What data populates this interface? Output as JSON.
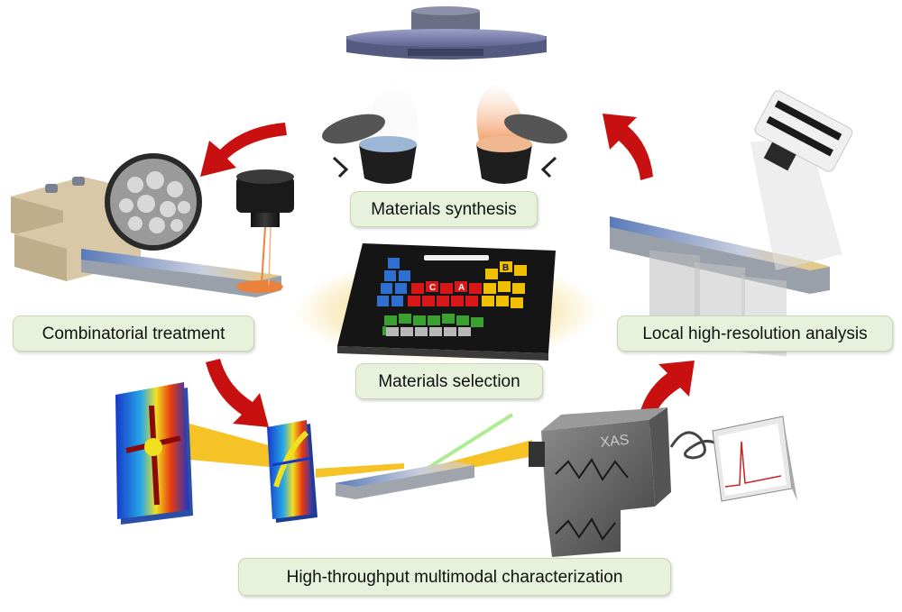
{
  "labels": {
    "synthesis": "Materials synthesis",
    "treatment": "Combinatorial treatment",
    "local": "Local high-resolution analysis",
    "selection": "Materials selection",
    "characterization": "High-throughput multimodal characterization"
  },
  "instrument": {
    "xas": "XAS"
  },
  "periodic_table_marks": [
    "C",
    "A",
    "B"
  ],
  "colors": {
    "arrow": "#c81010",
    "label_bg": "#e8f1dc",
    "beam": "#f5b800",
    "glow": "#f7e6b0",
    "table_blue": "#2f6fd0",
    "table_red": "#d81818",
    "table_yellow": "#f0c000",
    "table_green": "#3aa030",
    "table_gray": "#b8b8b8"
  }
}
